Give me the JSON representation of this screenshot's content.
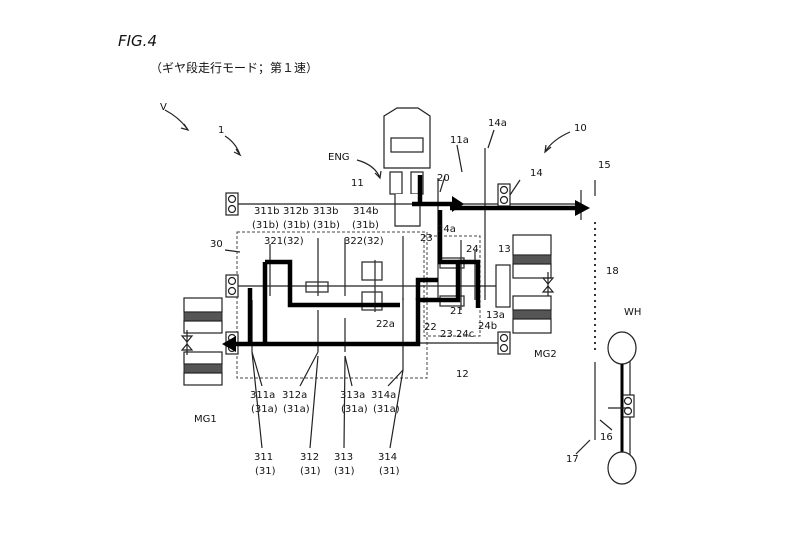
{
  "figure": {
    "title": "FIG.4",
    "subtitle": "（ギヤ段走行モード；第１速）"
  },
  "labels": {
    "V": "V",
    "n1": "1",
    "n10": "10",
    "ENG": "ENG",
    "n11": "11",
    "n11a": "11a",
    "n14a": "14a",
    "n14": "14",
    "n15": "15",
    "n20": "20",
    "n30": "30",
    "n311b": "311b",
    "n312b": "312b",
    "n313b": "313b",
    "n314b": "314b",
    "n31b_1": "(31b)",
    "n31b_2": "(31b)",
    "n31b_3": "(31b)",
    "n31b_4": "(31b)",
    "n321": "321(32)",
    "n322": "322(32)",
    "n23a": "23",
    "n24a": "24a",
    "n24": "24",
    "n13": "13",
    "n18": "18",
    "n21": "21",
    "n22a": "22a",
    "n22": "22",
    "n23b": "23",
    "n24c": "24c",
    "n24b": "24b",
    "n13a": "13a",
    "MG2": "MG2",
    "n12": "12",
    "WH": "WH",
    "MG1": "MG1",
    "n311a": "311a",
    "n312a": "312a",
    "n313a": "313a",
    "n314a": "314a",
    "n31a_1": "(31a)",
    "n31a_2": "(31a)",
    "n31a_3": "(31a)",
    "n31a_4": "(31a)",
    "n311": "311",
    "n312": "312",
    "n313": "313",
    "n314": "314",
    "n31_1": "(31)",
    "n31_2": "(31)",
    "n31_3": "(31)",
    "n31_4": "(31)",
    "n16": "16",
    "n17": "17"
  }
}
